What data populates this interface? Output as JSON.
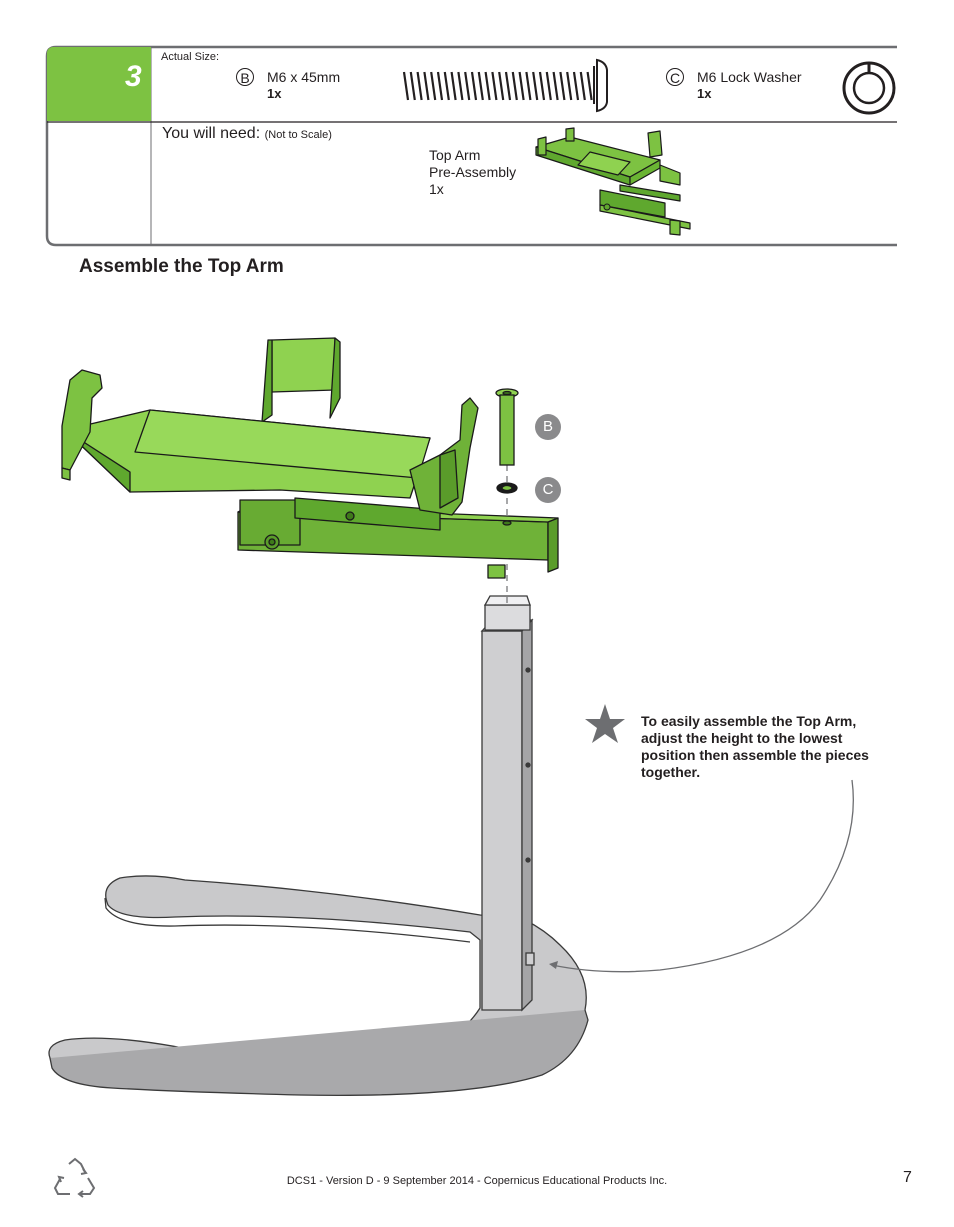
{
  "step": {
    "number": "3",
    "actual_size_label": "Actual Size:",
    "parts": [
      {
        "letter": "B",
        "name": "M6 x 45mm",
        "qty": "1x"
      },
      {
        "letter": "C",
        "name": "M6 Lock Washer",
        "qty": "1x"
      }
    ],
    "you_will_need_label": "You will need:",
    "not_to_scale": "(Not to Scale)",
    "assembly_item": {
      "line1": "Top Arm",
      "line2": "Pre-Assembly",
      "qty": "1x"
    }
  },
  "section_title": "Assemble the Top Arm",
  "callouts": {
    "b": "B",
    "c": "C"
  },
  "tip": "To easily assemble the Top Arm, adjust the height to the lowest position then assemble the pieces together.",
  "footer": "DCS1 - Version D - 9 September 2014 - Copernicus Educational Products Inc.",
  "page_number": "7",
  "colors": {
    "accent_green": "#7dc242",
    "metal_gray": "#c8c8c8",
    "callout_gray": "#8a8a8c"
  }
}
